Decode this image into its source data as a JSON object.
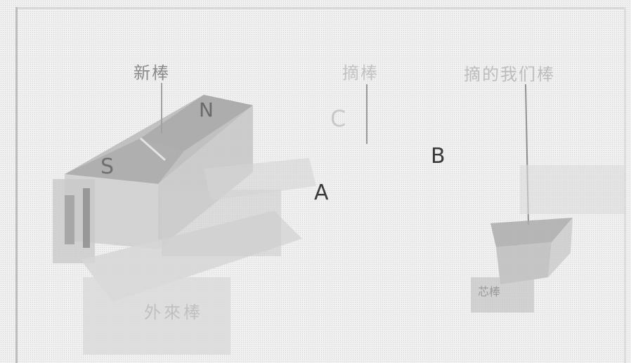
{
  "labels": {
    "new_magnet": "新棒",
    "middle_rod": "摘棒",
    "right_rod": "摘的我们棒",
    "outer_magnet": "外來棒",
    "small_label": "芯棒",
    "pole_n": "N",
    "pole_s": "S",
    "point_a": "A",
    "point_b": "B",
    "point_c": "C"
  }
}
